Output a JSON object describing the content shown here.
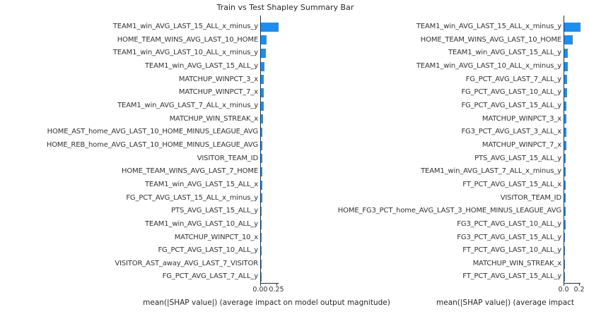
{
  "figure_title": "Train vs Test Shapley Summary Bar",
  "accent_color": "#1b8ef2",
  "chart_data": [
    {
      "type": "bar",
      "orientation": "horizontal",
      "panel": "train",
      "xlabel": "mean(|SHAP value|) (average impact on model output magnitude)",
      "xtick_labels": [
        "0.00",
        "0.25"
      ],
      "xticks": [
        0.0,
        0.25
      ],
      "xlim": [
        0,
        0.285
      ],
      "grid": false,
      "legend": "none",
      "bar_color": "#1b8ef2",
      "categories": [
        "TEAM1_win_AVG_LAST_15_ALL_x_minus_y",
        "HOME_TEAM_WINS_AVG_LAST_10_HOME",
        "TEAM1_win_AVG_LAST_10_ALL_x_minus_y",
        "TEAM1_win_AVG_LAST_15_ALL_y",
        "MATCHUP_WINPCT_3_x",
        "MATCHUP_WINPCT_7_x",
        "TEAM1_win_AVG_LAST_7_ALL_x_minus_y",
        "MATCHUP_WIN_STREAK_x",
        "HOME_AST_home_AVG_LAST_10_HOME_MINUS_LEAGUE_AVG",
        "HOME_REB_home_AVG_LAST_10_HOME_MINUS_LEAGUE_AVG",
        "VISITOR_TEAM_ID",
        "HOME_TEAM_WINS_AVG_LAST_7_HOME",
        "TEAM1_win_AVG_LAST_15_ALL_x",
        "FG_PCT_AVG_LAST_15_ALL_x_minus_y",
        "PTS_AVG_LAST_15_ALL_y",
        "TEAM1_win_AVG_LAST_10_ALL_y",
        "MATCHUP_WINPCT_10_x",
        "FG_PCT_AVG_LAST_10_ALL_y",
        "VISITOR_AST_away_AVG_LAST_7_VISITOR",
        "FG_PCT_AVG_LAST_7_ALL_y"
      ],
      "values": [
        0.28,
        0.092,
        0.09,
        0.065,
        0.058,
        0.054,
        0.05,
        0.046,
        0.037,
        0.035,
        0.034,
        0.031,
        0.029,
        0.028,
        0.026,
        0.025,
        0.024,
        0.023,
        0.022,
        0.021
      ]
    },
    {
      "type": "bar",
      "orientation": "horizontal",
      "panel": "test",
      "xlabel": "mean(|SHAP value|) (average impact",
      "xtick_labels": [
        "0.0",
        "0.2"
      ],
      "xticks": [
        0.0,
        0.2
      ],
      "xlim": [
        0,
        0.22
      ],
      "grid": false,
      "legend": "none",
      "bar_color": "#1b8ef2",
      "categories": [
        "TEAM1_win_AVG_LAST_15_ALL_x_minus_y",
        "HOME_TEAM_WINS_AVG_LAST_10_HOME",
        "TEAM1_win_AVG_LAST_15_ALL_y",
        "TEAM1_win_AVG_LAST_10_ALL_x_minus_y",
        "FG_PCT_AVG_LAST_7_ALL_y",
        "FG_PCT_AVG_LAST_10_ALL_y",
        "FG_PCT_AVG_LAST_15_ALL_y",
        "MATCHUP_WINPCT_3_x",
        "FG3_PCT_AVG_LAST_3_ALL_x",
        "MATCHUP_WINPCT_7_x",
        "PTS_AVG_LAST_15_ALL_y",
        "TEAM1_win_AVG_LAST_7_ALL_x_minus_y",
        "FT_PCT_AVG_LAST_15_ALL_x",
        "VISITOR_TEAM_ID",
        "HOME_FG3_PCT_home_AVG_LAST_3_HOME_MINUS_LEAGUE_AVG",
        "FG3_PCT_AVG_LAST_10_ALL_y",
        "FG3_PCT_AVG_LAST_15_ALL_y",
        "FT_PCT_AVG_LAST_10_ALL_y",
        "MATCHUP_WIN_STREAK_x",
        "FT_PCT_AVG_LAST_15_ALL_y"
      ],
      "values": [
        0.22,
        0.118,
        0.055,
        0.05,
        0.046,
        0.043,
        0.04,
        0.036,
        0.034,
        0.032,
        0.03,
        0.028,
        0.027,
        0.025,
        0.024,
        0.023,
        0.022,
        0.021,
        0.02,
        0.019
      ]
    }
  ]
}
